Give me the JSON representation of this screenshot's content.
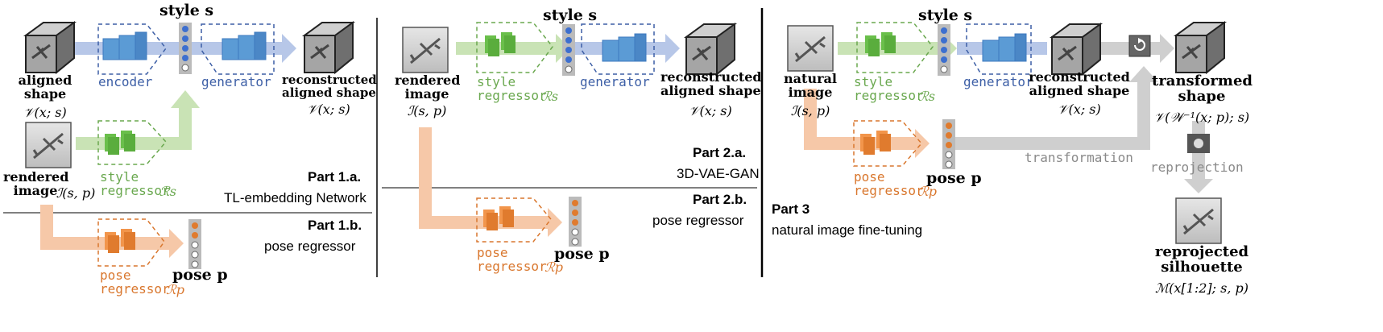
{
  "style_label": "style s",
  "pose_label": "pose p",
  "part1": {
    "aligned_shape": "aligned\nshape",
    "aligned_shape_math": "𝒱(x; s)",
    "encoder": "encoder",
    "generator": "generator",
    "reconstructed": "reconstructed\naligned shape",
    "reconstructed_math": "𝒱(x; s)",
    "rendered": "rendered\nimage",
    "rendered_math": "ℐ(s, p)",
    "style_regressor": "style\nregressor",
    "style_regressor_math": "ℛs",
    "pose_regressor": "pose\nregressor",
    "pose_regressor_math": "ℛp",
    "title_a_bold": "Part 1.a.",
    "title_a": "TL-embedding Network",
    "title_b_bold": "Part 1.b.",
    "title_b": "pose regressor"
  },
  "part2": {
    "rendered": "rendered\nimage",
    "rendered_math": "ℐ(s, p)",
    "style_regressor": "style\nregressor",
    "style_regressor_math": "ℛs",
    "generator": "generator",
    "reconstructed": "reconstructed\naligned shape",
    "reconstructed_math": "𝒱(x; s)",
    "pose_regressor": "pose\nregressor",
    "pose_regressor_math": "ℛp",
    "title_a_bold": "Part 2.a.",
    "title_a": "3D-VAE-GAN",
    "title_b_bold": "Part 2.b.",
    "title_b": "pose regressor"
  },
  "part3": {
    "natural": "natural\nimage",
    "natural_math": "ℐ(s, p)",
    "style_regressor": "style\nregressor",
    "style_regressor_math": "ℛs",
    "generator": "generator",
    "reconstructed": "reconstructed\naligned shape",
    "reconstructed_math": "𝒱(x; s)",
    "transformed": "transformed\nshape",
    "transformed_math": "𝒱(𝒲⁻¹(x; p); s)",
    "transformation": "transformation",
    "reprojection": "reprojection",
    "pose_regressor": "pose\nregressor",
    "pose_regressor_math": "ℛp",
    "silhouette": "reprojected\nsilhouette",
    "silhouette_math": "ℳ(x[1:2]; s, p)",
    "title_bold": "Part 3",
    "title": "natural image fine-tuning"
  },
  "colors": {
    "style_green": "#6aa84f",
    "generator_blue": "#3d5fa6",
    "pose_orange": "#d9772e",
    "transform_gray": "#8a8a8a",
    "arrow_blue": "#b7c7e8",
    "arrow_green": "#c9e3b5",
    "arrow_orange": "#f6c8a8",
    "arrow_gray": "#cfcfcf"
  },
  "icons": [
    "cube-shape-icon",
    "airplane-image-icon",
    "rotate-icon",
    "camera-icon",
    "latent-vector-icon"
  ]
}
